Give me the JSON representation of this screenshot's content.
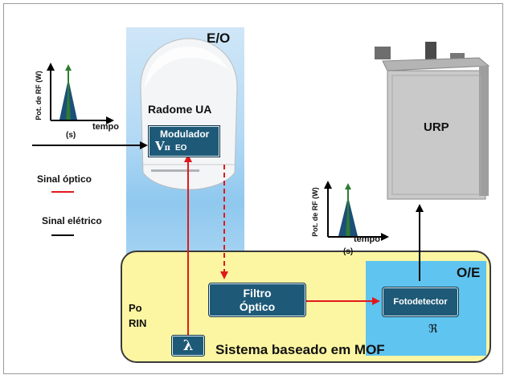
{
  "eo_label": "E/O",
  "oe_label": "O/E",
  "radome_label": "Radome UA",
  "modulator": {
    "title": "Modulador",
    "v_pi": "V",
    "pi": "π",
    "sub": "EO"
  },
  "urp_label": "URP",
  "legend": {
    "optical": "Sinal óptico",
    "electrical": "Sinal elétrico",
    "optical_color": "#e0191c",
    "electrical_color": "#000000"
  },
  "spectrum_input": {
    "ylabel": "Pot. de RF (W)",
    "xlabel": "tempo",
    "xunit": "(s)"
  },
  "spectrum_output": {
    "ylabel": "Pot. de RF (W)",
    "xlabel": "tempo",
    "xunit": "(s)"
  },
  "filter": {
    "line1": "Filtro",
    "line2": "Óptico"
  },
  "photodetector": {
    "label": "Fotodetector",
    "symbol": "ℜ"
  },
  "laser": {
    "po": "Po",
    "rin": "RIN",
    "symbol": "λ"
  },
  "mof_title": "Sistema baseado em MOF",
  "colors": {
    "box_dark": "#1e5a78",
    "mof_fill": "#fcf6a2",
    "oe_fill": "#5fc4f0",
    "pulse": "#2e7d32"
  }
}
